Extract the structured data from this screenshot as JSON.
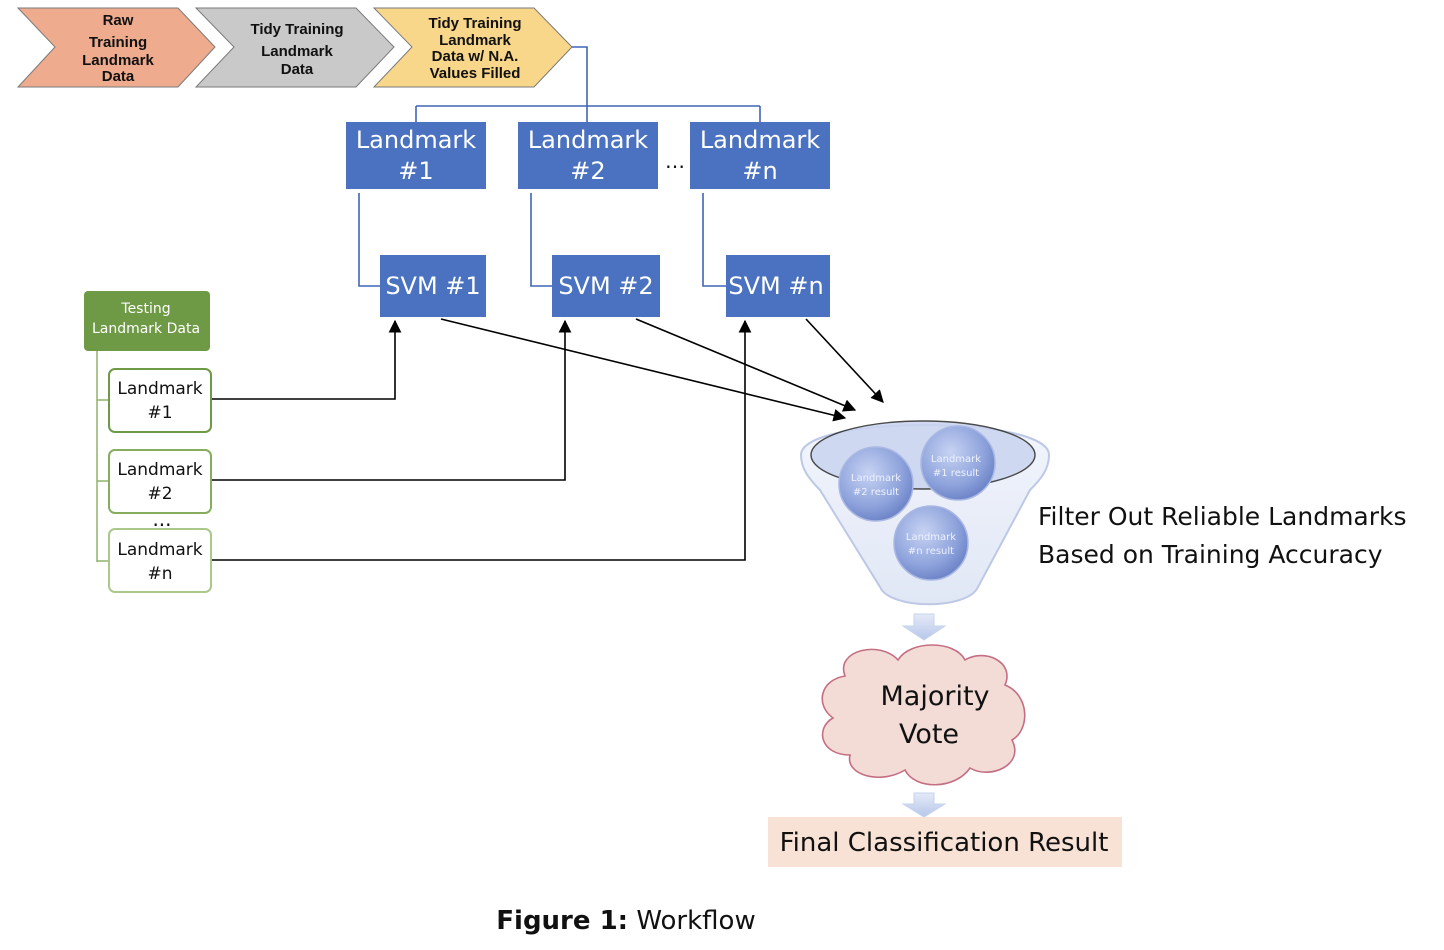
{
  "pipeline": [
    {
      "lines": [
        "Raw",
        "Training",
        "Landmark",
        "Data"
      ],
      "color": "#eeab8e"
    },
    {
      "lines": [
        "Tidy Training",
        "Landmark",
        "Data"
      ],
      "color": "#c9c9c9"
    },
    {
      "lines": [
        "Tidy Training",
        "Landmark",
        "Data w/ N.A.",
        "Values Filled"
      ],
      "color": "#f8d68a"
    }
  ],
  "training_boxes": [
    {
      "line1": "Landmark",
      "line2": "#1"
    },
    {
      "line1": "Landmark",
      "line2": "#2"
    },
    {
      "line1": "Landmark",
      "line2": "#n"
    }
  ],
  "training_ellipsis": "…",
  "svm_boxes": [
    "SVM #1",
    "SVM #2",
    "SVM #n"
  ],
  "testing": {
    "header_line1": "Testing",
    "header_line2": "Landmark Data",
    "items": [
      {
        "line1": "Landmark",
        "line2": "#1"
      },
      {
        "line1": "Landmark",
        "line2": "#2"
      },
      {
        "line1": "Landmark",
        "line2": "#n"
      }
    ],
    "ellipsis": "..."
  },
  "funnel": {
    "balls": [
      {
        "line1": "Landmark",
        "line2": "#2 result"
      },
      {
        "line1": "Landmark",
        "line2": "#1 result"
      },
      {
        "line1": "Landmark",
        "line2": "#n result"
      }
    ],
    "label_line1": "Filter Out Reliable Landmarks",
    "label_line2": "Based on Training Accuracy"
  },
  "vote": {
    "line1": "Majority",
    "line2": "Vote"
  },
  "final_result": "Final Classification Result",
  "caption": {
    "bold": "Figure 1:",
    "text": " Workflow"
  },
  "colors": {
    "blue_box": "#4a72c0",
    "line_blue": "#3e66b8",
    "green_header": "#6f9a45",
    "green_border": "#6f9a45",
    "cloud_fill": "#f4dcd6",
    "cloud_stroke": "#c46e83",
    "final_fill": "#f8e2d6",
    "arrow_light": "#c6d3ef"
  }
}
